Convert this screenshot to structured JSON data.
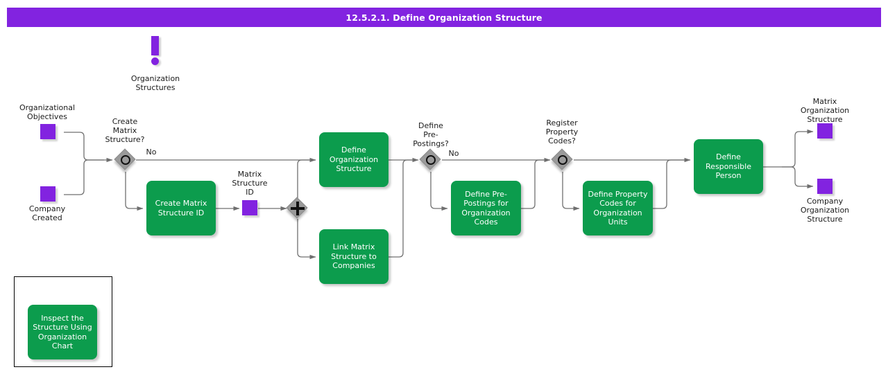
{
  "header": {
    "title": "12.5.2.1. Define Organization Structure",
    "bar_color": "#8223e0",
    "text_color": "#ffffff"
  },
  "palette": {
    "task_green": "#0c9c4d",
    "data_purple": "#8223e0",
    "gateway_gray": "#9a9a9a",
    "connector_gray": "#6f6f6f",
    "text_dark": "#1a1a1a"
  },
  "annotation": {
    "icon": "exclamation-icon",
    "label": "Organization\nStructures"
  },
  "data_objects": [
    {
      "id": "organizational-objectives",
      "label": "Organizational\nObjectives",
      "label_position": "above"
    },
    {
      "id": "company-created",
      "label": "Company\nCreated",
      "label_position": "below"
    },
    {
      "id": "matrix-structure-id",
      "label": "Matrix\nStructure\nID",
      "label_position": "above"
    },
    {
      "id": "matrix-organization-structure",
      "label": "Matrix\nOrganization\nStructure",
      "label_position": "above"
    },
    {
      "id": "company-organization-structure",
      "label": "Company\nOrganization\nStructure",
      "label_position": "below"
    }
  ],
  "gateways": [
    {
      "id": "create-matrix-structure",
      "type": "event-based",
      "label": "Create\nMatrix\nStructure?",
      "branch_label": "No"
    },
    {
      "id": "parallel-join",
      "type": "parallel",
      "label": "",
      "branch_label": ""
    },
    {
      "id": "define-pre-postings",
      "type": "event-based",
      "label": "Define\nPre-\nPostings?",
      "branch_label": "No"
    },
    {
      "id": "register-property-codes",
      "type": "event-based",
      "label": "Register\nProperty\nCodes?",
      "branch_label": ""
    }
  ],
  "tasks": [
    {
      "id": "create-matrix-structure-id",
      "label": "Create Matrix\nStructure ID"
    },
    {
      "id": "define-organization-structure",
      "label": "Define\nOrganization\nStructure"
    },
    {
      "id": "link-matrix-structure-to-companies",
      "label": "Link Matrix\nStructure to\nCompanies"
    },
    {
      "id": "define-pre-postings-for-organization-codes",
      "label": "Define Pre-\nPostings for\nOrganization\nCodes"
    },
    {
      "id": "define-property-codes-for-organization-units",
      "label": "Define Property\nCodes for\nOrganization\nUnits"
    },
    {
      "id": "define-responsible-person",
      "label": "Define\nResponsible\nPerson"
    },
    {
      "id": "inspect-the-structure-using-organization-chart",
      "label": "Inspect the\nStructure Using\nOrganization\nChart"
    }
  ]
}
